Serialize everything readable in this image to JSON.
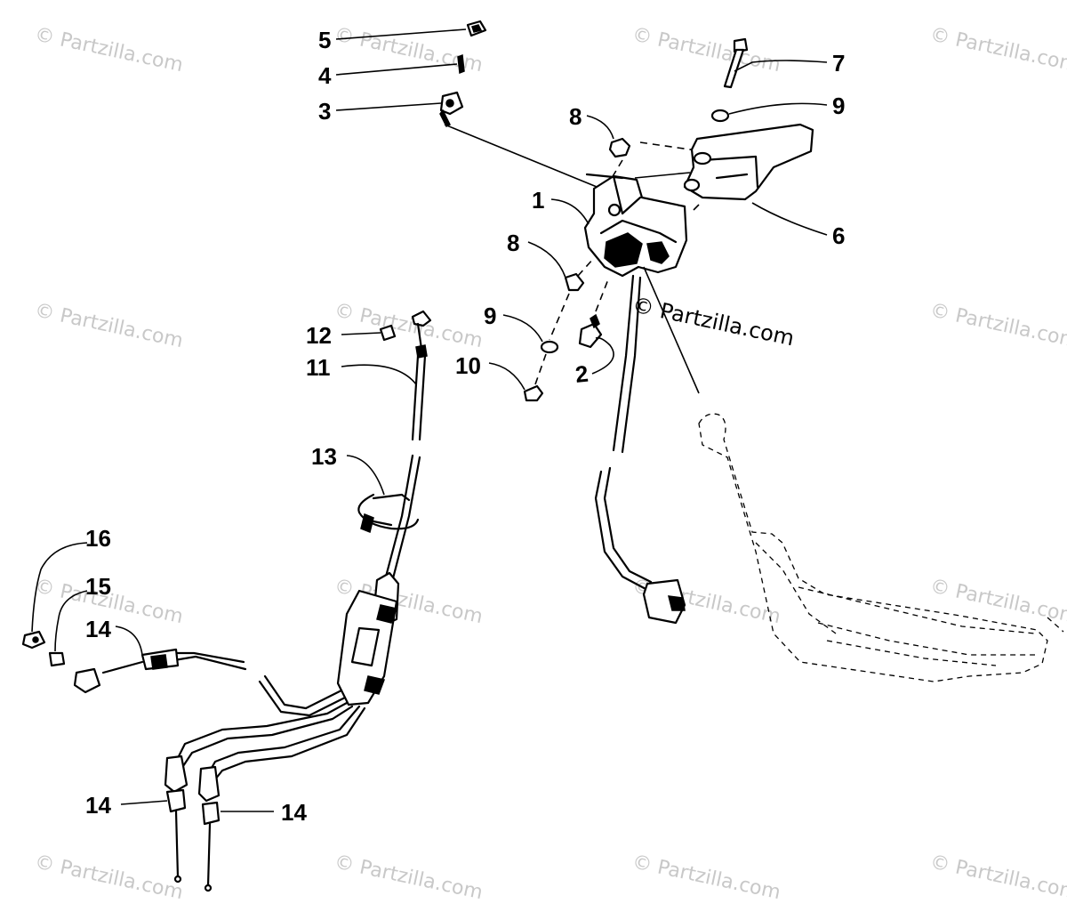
{
  "watermark": {
    "text": "© Partzilla.com",
    "highlighted_text": "© Partzilla.com"
  },
  "callouts": {
    "c1": "1",
    "c2": "2",
    "c3": "3",
    "c4": "4",
    "c5": "5",
    "c6": "6",
    "c7": "7",
    "c8a": "8",
    "c8b": "8",
    "c9a": "9",
    "c9b": "9",
    "c10": "10",
    "c11": "11",
    "c12": "12",
    "c13": "13",
    "c14a": "14",
    "c14b": "14",
    "c14c": "14",
    "c15": "15",
    "c16": "16"
  }
}
